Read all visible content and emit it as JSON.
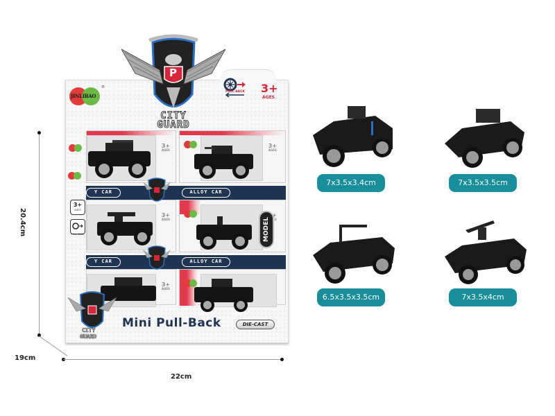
{
  "package": {
    "brand": "JINLIBAO",
    "brand_registered": "®",
    "emblem_initial": "P",
    "emblem_line1": "CITY",
    "emblem_line2": "GUARD",
    "pull_back_label": "PULL BACK",
    "ages_value": "3+",
    "ages_label": "AGES",
    "inner_cards": [
      {
        "ages": "3+",
        "ages_label": "AGES",
        "band_label": "Y CAR"
      },
      {
        "ages": "3+",
        "ages_label": "AGES",
        "band_label": "ALLOY CAR"
      },
      {
        "ages": "3+",
        "ages_label": "AGES",
        "band_label": "Y CAR"
      },
      {
        "ages": "3+",
        "ages_label": "AGES",
        "band_label": "ALLOY CAR"
      },
      {
        "ages": "3+",
        "ages_label": "AGES",
        "band_label": ""
      },
      {
        "ages": "",
        "ages_label": "",
        "band_label": ""
      }
    ],
    "side_badge_ages": "3+",
    "side_badge_ages_label": "AGES",
    "side_badge_pullback_label": "PULL BACK",
    "model_badge": "MODEL",
    "title": "Mini Pull-Back",
    "diecast": "DIE-CAST"
  },
  "dimensions": {
    "height": "20.4cm",
    "depth": "19cm",
    "width": "22cm"
  },
  "products": [
    {
      "name": "armored-suv",
      "size": "7x3.5x3.4cm"
    },
    {
      "name": "armored-apc",
      "size": "7x3.5x3.5cm"
    },
    {
      "name": "open-jeep",
      "size": "6.5x3.5x3.5cm"
    },
    {
      "name": "gun-pickup",
      "size": "7x3.5x4cm"
    }
  ],
  "colors": {
    "navy": "#1f3452",
    "accent_red": "#d6263b",
    "teal_badge": "#178e9a",
    "brand_red": "#e33a3a",
    "brand_green": "#6cb946"
  }
}
